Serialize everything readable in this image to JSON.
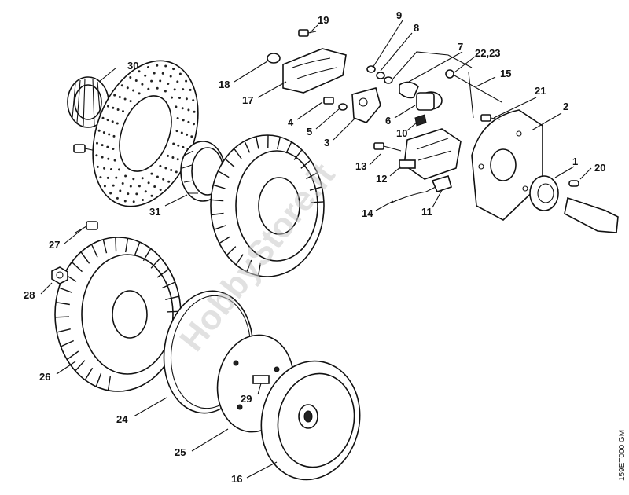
{
  "diagram": {
    "watermark": "HobbyStore.it",
    "reference_code": "159ET000 GM",
    "callouts": {
      "c1": "1",
      "c2": "2",
      "c3": "3",
      "c4": "4",
      "c5": "5",
      "c6": "6",
      "c7": "7",
      "c8": "8",
      "c9": "9",
      "c10": "10",
      "c11": "11",
      "c12": "12",
      "c13": "13",
      "c14": "14",
      "c15": "15",
      "c16": "16",
      "c17": "17",
      "c18": "18",
      "c19": "19",
      "c20": "20",
      "c21": "21",
      "c22_23": "22,23",
      "c24": "24",
      "c25": "25",
      "c26": "26",
      "c27": "27",
      "c28": "28",
      "c29": "29",
      "c30": "30",
      "c31": "31"
    }
  }
}
